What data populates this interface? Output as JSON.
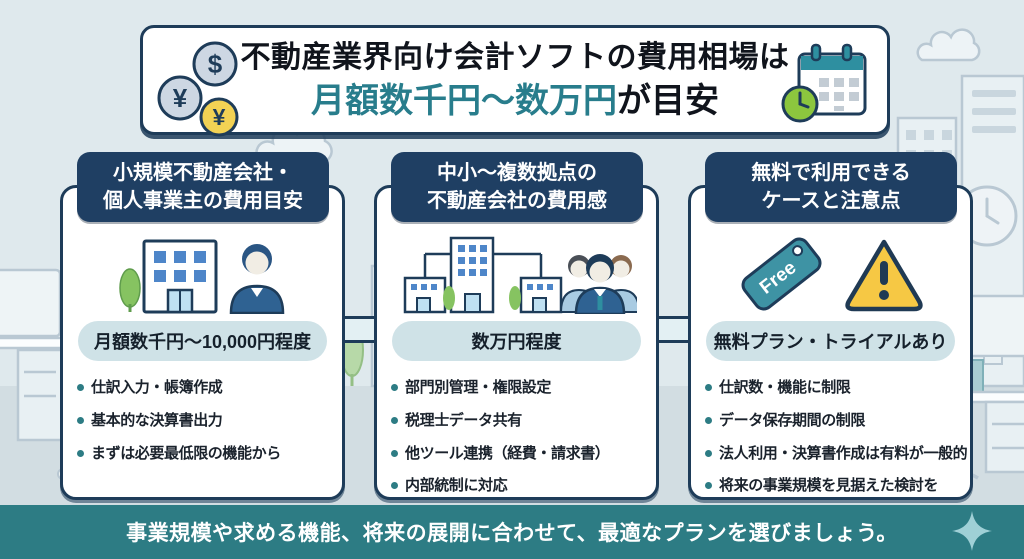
{
  "colors": {
    "background": "#dfe9ed",
    "navy": "#1e3c59",
    "tab_navy": "#1f3f63",
    "accent_teal": "#287d8c",
    "footer_teal": "#2d7c84",
    "pill_bg": "#cfe2e7",
    "free_tag_teal": "#3e93a4",
    "warning_yellow": "#f6c844",
    "coin_silver": "#cdd7e3",
    "coin_gold": "#f2d254"
  },
  "header": {
    "title_line1": "不動産業界向け会計ソフトの費用相場は",
    "title_highlight": "月額数千円〜数万円",
    "title_suffix": "が目安",
    "coin_dollar_symbol": "$",
    "coin_yen_symbol": "¥",
    "coin_yen_gold_symbol": "¥"
  },
  "cards": [
    {
      "header_line1": "小規模不動産会社・",
      "header_line2": "個人事業主の費用目安",
      "price": "月額数千円〜10,000円程度",
      "bullets": [
        "仕訳入力・帳簿作成",
        "基本的な決算書出力",
        "まずは必要最低限の機能から"
      ]
    },
    {
      "header_line1": "中小〜複数拠点の",
      "header_line2": "不動産会社の費用感",
      "price": "数万円程度",
      "bullets": [
        "部門別管理・権限設定",
        "税理士データ共有",
        "他ツール連携（経費・請求書）",
        "内部統制に対応"
      ]
    },
    {
      "header_line1": "無料で利用できる",
      "header_line2": "ケースと注意点",
      "price": "無料プラン・トライアルあり",
      "bullets": [
        "仕訳数・機能に制限",
        "データ保存期間の制限",
        "法人利用・決算書作成は有料が一般的",
        "将来の事業規模を見据えた検討を"
      ]
    }
  ],
  "free_tag_label": "Free",
  "footer": {
    "message": "事業規模や求める機能、将来の展開に合わせて、最適なプランを選びましょう。"
  },
  "icons": {
    "header_left": "dollar-yen-coins-icon",
    "header_right": "calendar-clock-icon",
    "card1": [
      "small-building-icon",
      "business-person-icon"
    ],
    "card2": [
      "multi-branch-buildings-icon",
      "team-people-icon"
    ],
    "card3": [
      "free-price-tag-icon",
      "warning-triangle-icon"
    ],
    "footer_right": "sparkle-icon"
  }
}
